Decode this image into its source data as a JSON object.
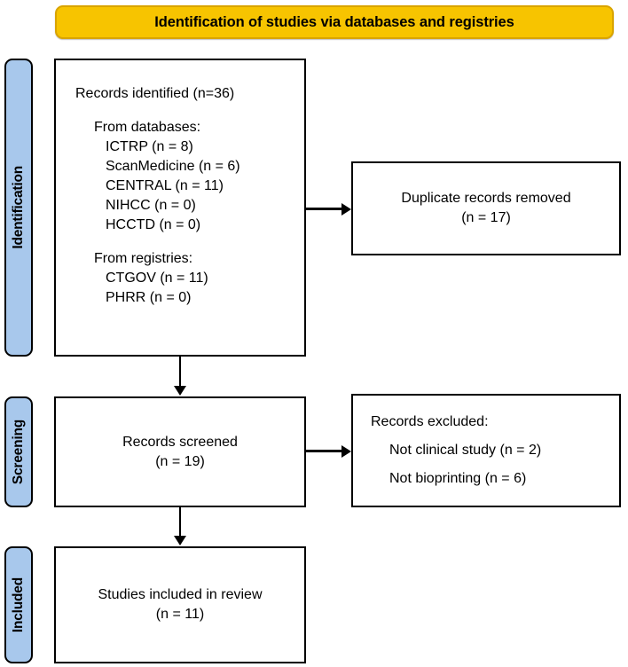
{
  "header": {
    "title": "Identification of studies via databases and registries",
    "background_color": "#F7C400",
    "border_color": "#D9A400"
  },
  "stage_rail": {
    "pill_color": "#A8C8EC",
    "pills": [
      {
        "id": "identification",
        "label": "Identification"
      },
      {
        "id": "screening",
        "label": "Screening"
      },
      {
        "id": "included",
        "label": "Included"
      }
    ]
  },
  "boxes": {
    "identification": {
      "heading": "Records identified (n=36)",
      "databases_heading": "From databases:",
      "databases": [
        "ICTRP (n = 8)",
        "ScanMedicine (n = 6)",
        "CENTRAL (n = 11)",
        "NIHCC (n = 0)",
        "HCCTD (n = 0)"
      ],
      "registries_heading": "From registries:",
      "registries": [
        "CTGOV (n = 11)",
        "PHRR (n = 0)"
      ]
    },
    "duplicates": {
      "line1": "Duplicate records removed",
      "line2": "(n = 17)"
    },
    "screened": {
      "line1": "Records screened",
      "line2": "(n = 19)"
    },
    "excluded": {
      "heading": "Records excluded:",
      "reasons": [
        "Not clinical study (n = 2)",
        "Not bioprinting (n = 6)"
      ]
    },
    "included": {
      "line1": "Studies included in review",
      "line2": "(n = 11)"
    }
  },
  "chart_data": {
    "type": "diagram",
    "title": "PRISMA flow diagram",
    "subtitle": "Identification of studies via databases and registries",
    "stages": [
      "Identification",
      "Screening",
      "Included"
    ],
    "nodes": [
      {
        "id": "identified",
        "stage": "Identification",
        "label": "Records identified",
        "n": 36
      },
      {
        "id": "ictrp",
        "stage": "Identification",
        "group": "From databases",
        "label": "ICTRP",
        "n": 8
      },
      {
        "id": "scanmedicine",
        "stage": "Identification",
        "group": "From databases",
        "label": "ScanMedicine",
        "n": 6
      },
      {
        "id": "central",
        "stage": "Identification",
        "group": "From databases",
        "label": "CENTRAL",
        "n": 11
      },
      {
        "id": "nihcc",
        "stage": "Identification",
        "group": "From databases",
        "label": "NIHCC",
        "n": 0
      },
      {
        "id": "hcctd",
        "stage": "Identification",
        "group": "From databases",
        "label": "HCCTD",
        "n": 0
      },
      {
        "id": "ctgov",
        "stage": "Identification",
        "group": "From registries",
        "label": "CTGOV",
        "n": 11
      },
      {
        "id": "phrr",
        "stage": "Identification",
        "group": "From registries",
        "label": "PHRR",
        "n": 0
      },
      {
        "id": "duplicates_removed",
        "stage": "Identification",
        "label": "Duplicate records removed",
        "n": 17
      },
      {
        "id": "screened",
        "stage": "Screening",
        "label": "Records screened",
        "n": 19
      },
      {
        "id": "excluded_not_clinical",
        "stage": "Screening",
        "label": "Not clinical study",
        "n": 2
      },
      {
        "id": "excluded_not_bioprinting",
        "stage": "Screening",
        "label": "Not bioprinting",
        "n": 6
      },
      {
        "id": "included",
        "stage": "Included",
        "label": "Studies included in review",
        "n": 11
      }
    ],
    "edges": [
      {
        "from": "identified",
        "to": "duplicates_removed",
        "direction": "right"
      },
      {
        "from": "identified",
        "to": "screened",
        "direction": "down"
      },
      {
        "from": "screened",
        "to": "excluded_not_clinical",
        "direction": "right"
      },
      {
        "from": "screened",
        "to": "included",
        "direction": "down"
      }
    ]
  }
}
